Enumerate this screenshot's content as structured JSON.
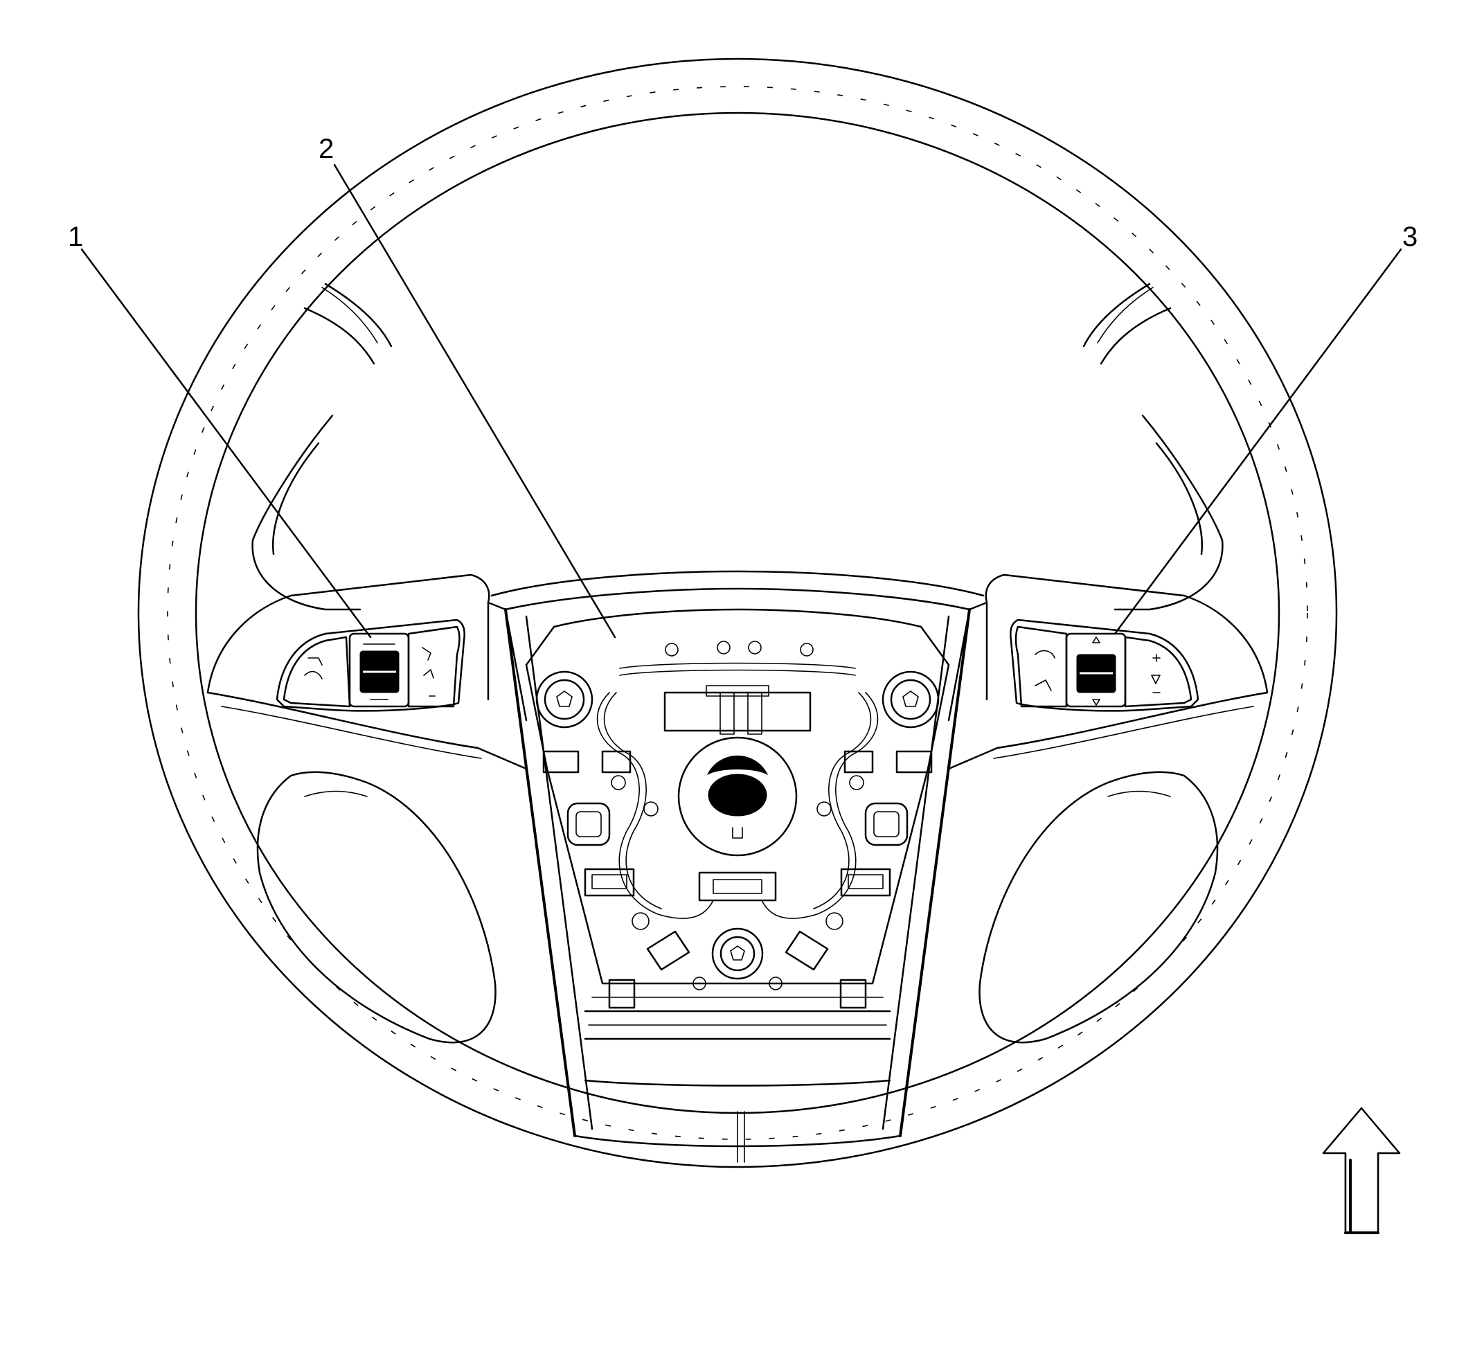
{
  "callouts": [
    {
      "id": "1",
      "text": "1"
    },
    {
      "id": "2",
      "text": "2"
    },
    {
      "id": "3",
      "text": "3"
    }
  ],
  "colors": {
    "ink": "#000000",
    "background": "#ffffff"
  },
  "icons": {
    "orientation": "up-arrow-icon"
  }
}
